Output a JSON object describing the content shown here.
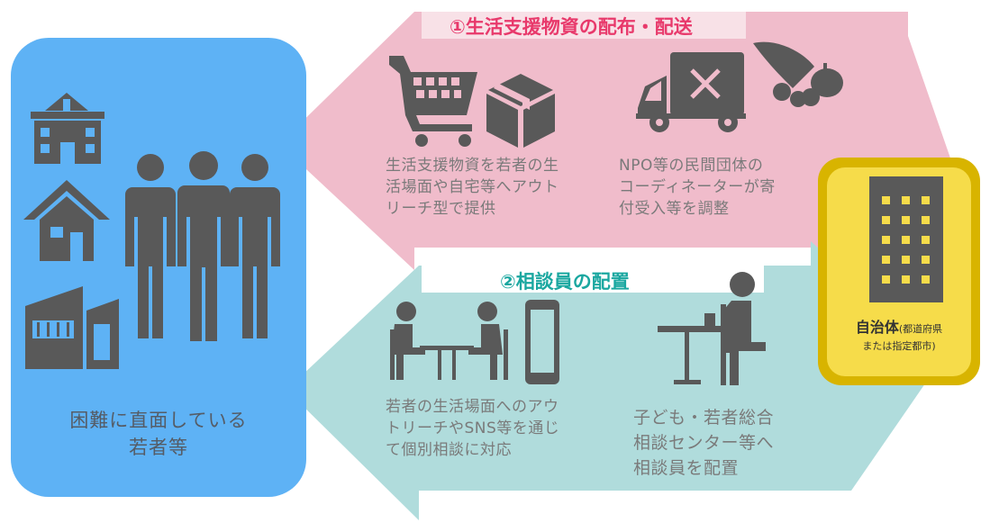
{
  "colors": {
    "youth_panel": "#5eb2f5",
    "pink_arrow": "#f0bccb",
    "teal_arrow": "#b0dcdc",
    "municipality_fill": "#f6dc4a",
    "municipality_border": "#d8b400",
    "icon_gray": "#595959",
    "text_gray": "#7a7a7a",
    "title_pink": "#e8396b",
    "title_teal": "#1aa7a0"
  },
  "youth_panel": {
    "label_line1": "困難に直面している",
    "label_line2": "若者等"
  },
  "top_arrow": {
    "title": "①生活支援物資の配布・配送",
    "left_text_lines": [
      "生活支援物資を若者の生",
      "活場面や自宅等へアウト",
      "リーチ型で提供"
    ],
    "right_text_lines": [
      "NPO等の民間団体の",
      "コーディネーターが寄",
      "付受入等を調整"
    ]
  },
  "bottom_arrow": {
    "title": "②相談員の配置",
    "left_text_lines": [
      "若者の生活場面へのアウ",
      "トリーチやSNS等を通じ",
      "て個別相談に対応"
    ],
    "right_text_lines": [
      "子ども・若者総合",
      "相談センター等へ",
      "相談員を配置"
    ]
  },
  "municipality": {
    "label_main": "自治体",
    "label_sub1": "(都道府県",
    "label_sub2": "または指定都市)"
  },
  "icons": [
    "school-icon",
    "house-icon",
    "building-icon",
    "people-icon",
    "shopping-cart-icon",
    "box-icon",
    "delivery-truck-icon",
    "cornucopia-icon",
    "consultation-icon",
    "smartphone-icon",
    "desk-worker-icon",
    "office-building-icon"
  ]
}
